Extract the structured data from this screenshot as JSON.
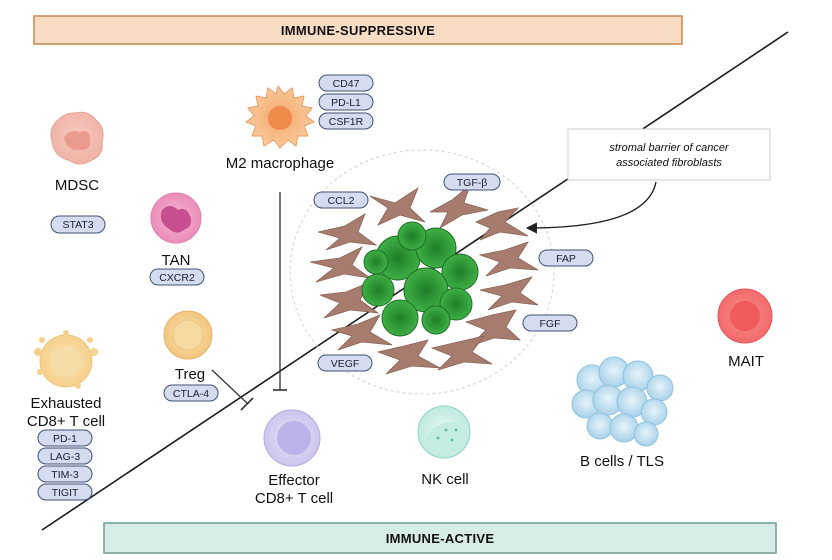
{
  "banners": {
    "top": "IMMUNE-SUPPRESSIVE",
    "bottom": "IMMUNE-ACTIVE"
  },
  "note": {
    "line1": "stromal barrier of cancer",
    "line2": "associated fibroblasts"
  },
  "cells": {
    "mdsc": "MDSC",
    "tan": "TAN",
    "m2": "M2 macrophage",
    "treg": "Treg",
    "exhausted_1": "Exhausted",
    "exhausted_2": "CD8+ T cell",
    "effector_1": "Effector",
    "effector_2": "CD8+ T cell",
    "nk": "NK cell",
    "bcells": "B cells / TLS",
    "mait": "MAIT"
  },
  "markers": {
    "cd47": "CD47",
    "pdl1": "PD-L1",
    "csf1r": "CSF1R",
    "stat3": "STAT3",
    "cxcr2": "CXCR2",
    "ctla4": "CTLA-4",
    "pd1": "PD-1",
    "lag3": "LAG-3",
    "tim3": "TIM-3",
    "tigit": "TIGIT",
    "ccl2": "CCL2",
    "tgfb": "TGF-β",
    "fap": "FAP",
    "fgf": "FGF",
    "vegf": "VEGF"
  },
  "colors": {
    "banner_top_fill": "#f8dcc4",
    "banner_top_border": "#c9884e",
    "banner_bottom_fill": "#d6ece6",
    "banner_bottom_border": "#6f9c93",
    "pill_fill": "#d5dcef",
    "pill_border": "#3f4f78",
    "fibroblast": "#a77c6e",
    "tumor": "#2f9c35"
  }
}
